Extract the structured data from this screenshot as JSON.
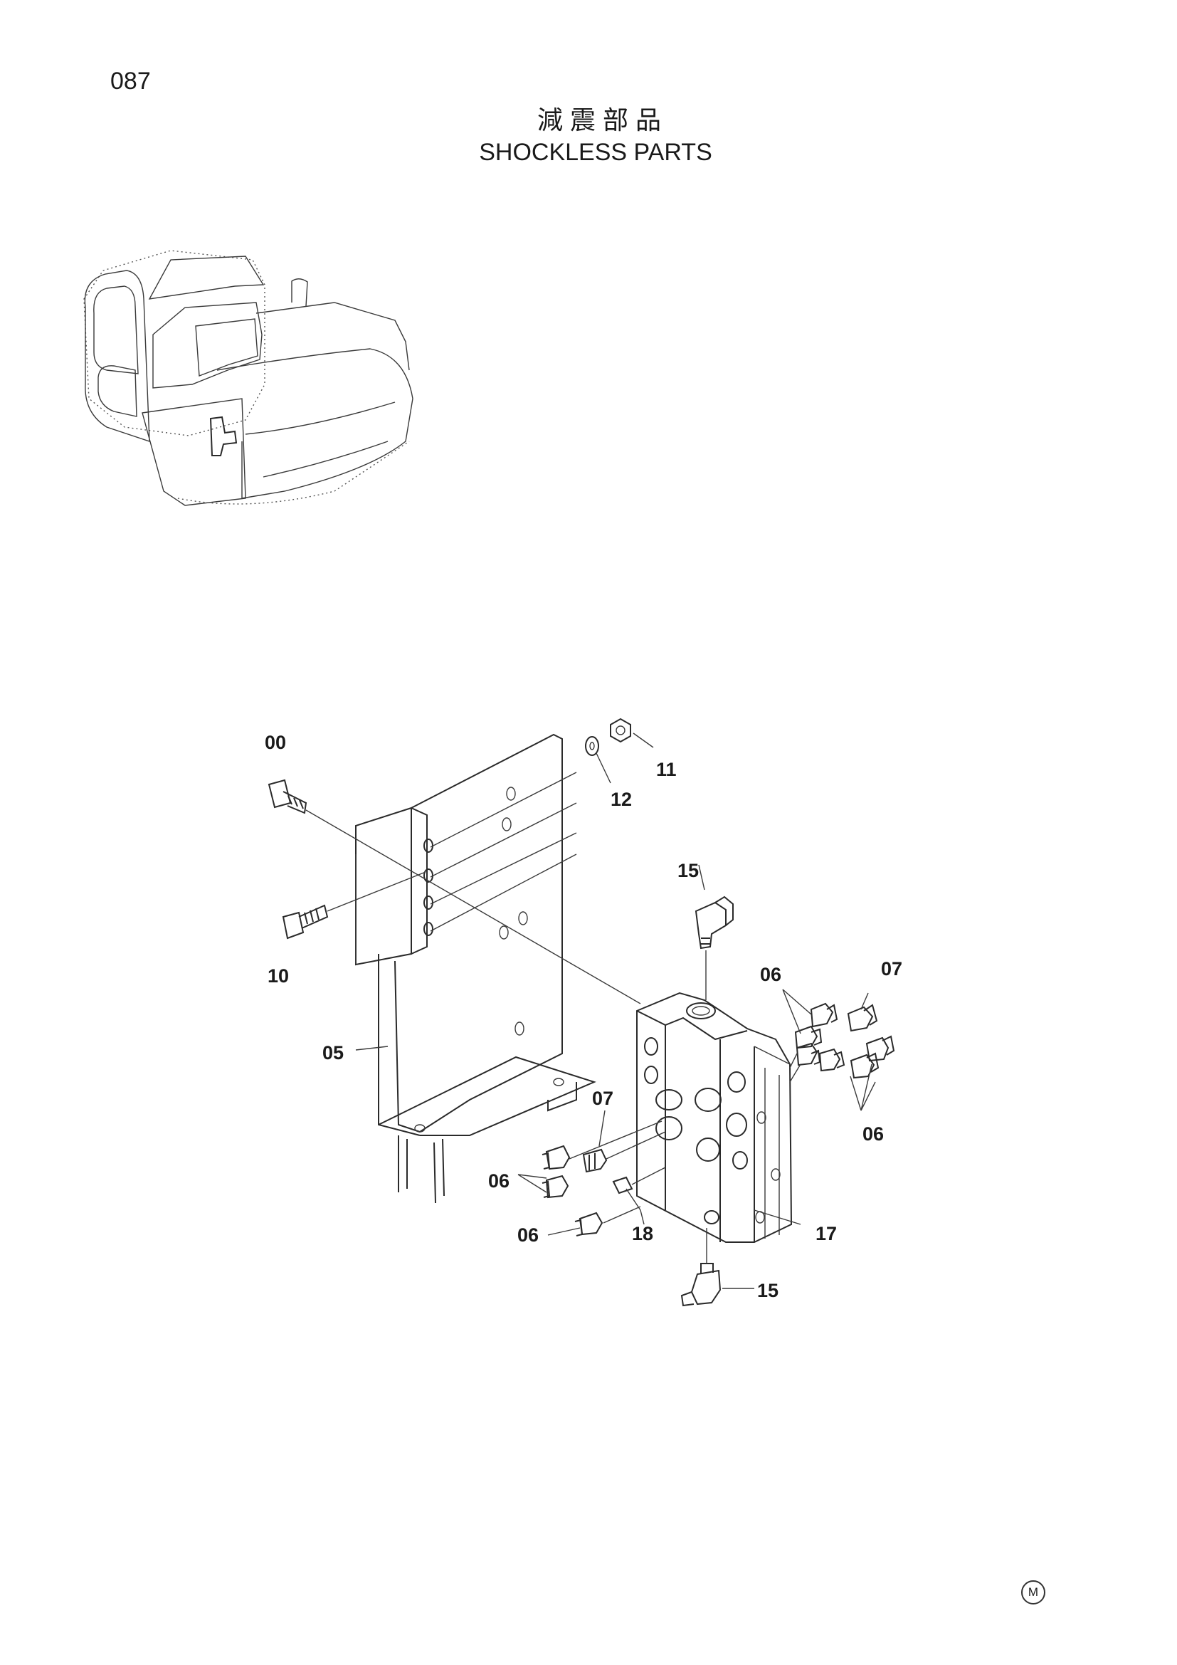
{
  "page": {
    "number": "087"
  },
  "title": {
    "chinese": "減震部品",
    "english": "SHOCKLESS PARTS"
  },
  "diagram": {
    "callouts": [
      {
        "id": "c00",
        "label": "00"
      },
      {
        "id": "c11",
        "label": "11"
      },
      {
        "id": "c12",
        "label": "12"
      },
      {
        "id": "c15a",
        "label": "15"
      },
      {
        "id": "c10",
        "label": "10"
      },
      {
        "id": "c06a",
        "label": "06"
      },
      {
        "id": "c07a",
        "label": "07"
      },
      {
        "id": "c05",
        "label": "05"
      },
      {
        "id": "c07b",
        "label": "07"
      },
      {
        "id": "c06b",
        "label": "06"
      },
      {
        "id": "c06c",
        "label": "06"
      },
      {
        "id": "c06d",
        "label": "06"
      },
      {
        "id": "c18",
        "label": "18"
      },
      {
        "id": "c17",
        "label": "17"
      },
      {
        "id": "c15b",
        "label": "15"
      }
    ]
  },
  "footer": {
    "mark": "M"
  }
}
